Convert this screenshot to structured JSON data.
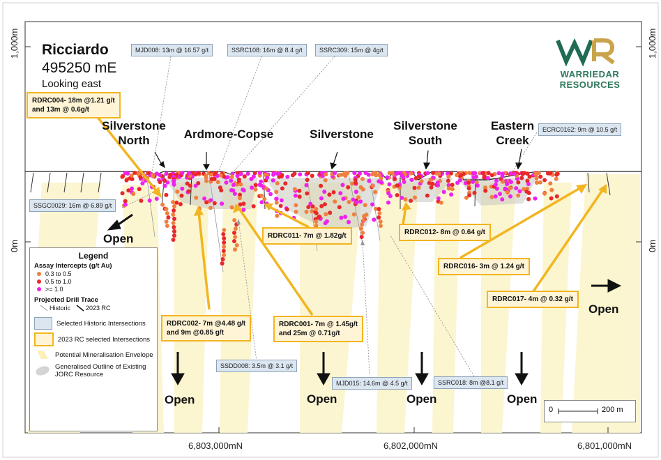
{
  "title": {
    "name": "Ricciardo",
    "easting": "495250 mE",
    "view": "Looking east"
  },
  "logo": {
    "line1": "WARRIEDAR",
    "line2": "RESOURCES",
    "colors": {
      "w": "#1f6b54",
      "r": "#c9a44a"
    }
  },
  "axes": {
    "y_left": [
      "1,000m",
      "0m"
    ],
    "y_right": [
      "1,000m",
      "0m"
    ],
    "x": [
      "6,803,000mN",
      "6,802,000mN",
      "6,801,000mN"
    ]
  },
  "deposits": [
    {
      "id": "silverstone-north",
      "lines": [
        "Silverstone",
        "North"
      ]
    },
    {
      "id": "ardmore-copse",
      "lines": [
        "Ardmore-Copse"
      ]
    },
    {
      "id": "silverstone",
      "lines": [
        "Silverstone"
      ]
    },
    {
      "id": "silverstone-south",
      "lines": [
        "Silverstone",
        "South"
      ]
    },
    {
      "id": "eastern-creek",
      "lines": [
        "Eastern",
        "Creek"
      ]
    }
  ],
  "historic_intersections": [
    {
      "id": "mjd008",
      "text": "MJD008: 13m @ 16.57 g/t"
    },
    {
      "id": "ssrc108",
      "text": "SSRC108: 16m @ 8.4 g/t"
    },
    {
      "id": "ssrc309",
      "text": "SSRC309: 15m @ 4g/t"
    },
    {
      "id": "ecrc0162",
      "text": "ECRC0162: 9m @ 10.5 g/t"
    },
    {
      "id": "ssgc0029",
      "text": "SSGC0029: 16m @ 6.89 g/t"
    },
    {
      "id": "ssdd008",
      "text": "SSDD008: 3.5m @ 3.1 g/t"
    },
    {
      "id": "mjd015",
      "text": "MJD015: 14.6m @ 4.5 g/t"
    },
    {
      "id": "ssrc018",
      "text": "SSRC018: 8m @8.1 g/t"
    }
  ],
  "rc_intersections": [
    {
      "id": "rdrc004",
      "lines": [
        "RDRC004- 18m @1.21 g/t",
        "and 13m @ 0.6g/t"
      ]
    },
    {
      "id": "rdrc011",
      "lines": [
        "RDRC011- 7m @ 1.82g/t"
      ]
    },
    {
      "id": "rdrc012",
      "lines": [
        "RDRC012- 8m @ 0.64 g/t"
      ]
    },
    {
      "id": "rdrc016",
      "lines": [
        "RDRC016- 3m @ 1.24 g/t"
      ]
    },
    {
      "id": "rdrc017",
      "lines": [
        "RDRC017- 4m @ 0.32 g/t"
      ]
    },
    {
      "id": "rdrc002",
      "lines": [
        "RDRC002- 7m @4.48 g/t",
        "and 9m @0.85 g/t"
      ]
    },
    {
      "id": "rdrc001",
      "lines": [
        "RDRC001- 7m @ 1.45g/t",
        "and 25m @ 0.71g/t"
      ]
    }
  ],
  "open_label": "Open",
  "legend": {
    "title": "Legend",
    "assay_heading": "Assay Intercepts (g/t Au)",
    "assay_classes": [
      {
        "label": "0.3 to 0.5",
        "color": "#f08040"
      },
      {
        "label": "0.5 to 1.0",
        "color": "#e8282a"
      },
      {
        "label": ">= 1.0",
        "color": "#ee22ee"
      }
    ],
    "trace_heading": "Projected Drill Trace",
    "trace_historic": "Historic",
    "trace_rc": "2023 RC",
    "items": [
      {
        "id": "historic-box",
        "label": "Selected Historic Intersections"
      },
      {
        "id": "rc-box",
        "label": "2023 RC selected Intersections"
      },
      {
        "id": "envelope",
        "label": "Potential Mineralisation Envelope"
      },
      {
        "id": "jorc",
        "label": "Generalised Outline of Existing JORC Resource"
      }
    ]
  },
  "scale_bar": {
    "start": "0",
    "end": "200 m"
  },
  "colors": {
    "rc_border": "#f2b520",
    "rc_fill": "#fff4d6",
    "hist_fill": "#dbe6f1",
    "envelope": "#fbf3c8",
    "jorc": "#c9c9c9"
  }
}
